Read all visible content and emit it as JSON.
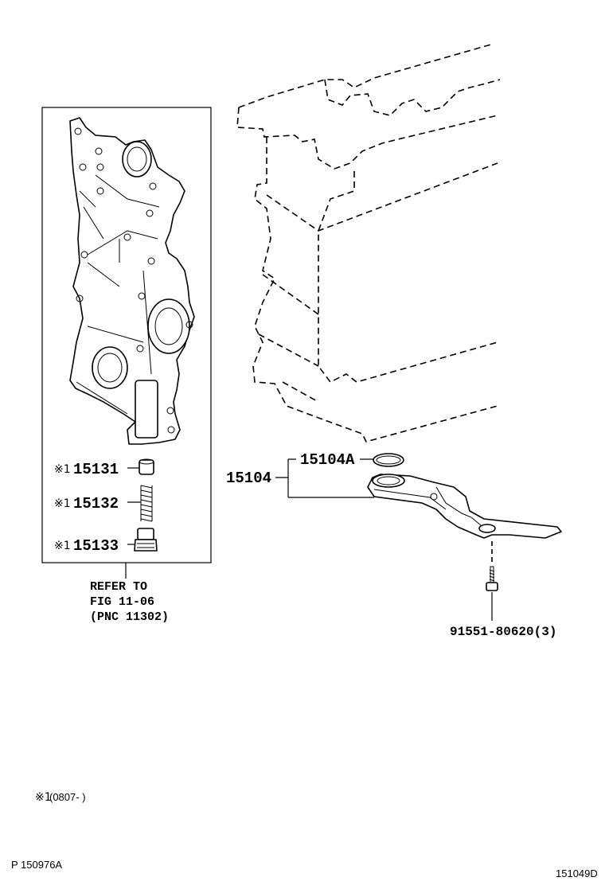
{
  "labels": {
    "oil_seal_ring": "15104A",
    "strainer": "15104",
    "bolt": "91551-80620(3)",
    "relief_valve": "15131",
    "spring": "15132",
    "plug": "15133",
    "asterisk_mark": "※1"
  },
  "reference": {
    "line1": "REFER TO",
    "line2": "FIG 11-06",
    "line3": "(PNC 11302)"
  },
  "footnote": {
    "mark": "※1",
    "text": "(0807-      )"
  },
  "footer": {
    "left": "P  150976A",
    "right": "151049D"
  }
}
